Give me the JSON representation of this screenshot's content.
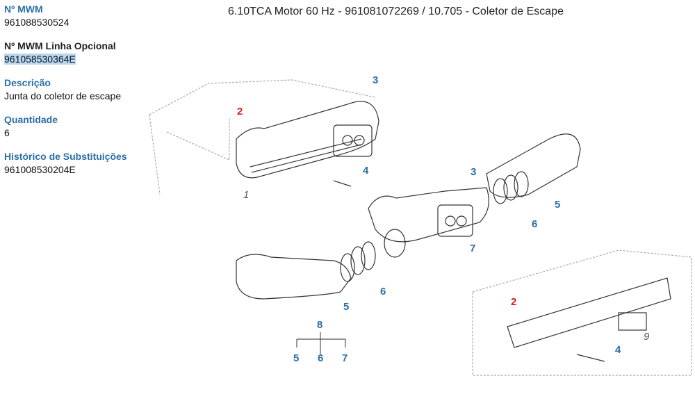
{
  "header": {
    "title": "6.10TCA Motor 60 Hz - 961081072269  /  10.705 - Coletor de Escape"
  },
  "details": [
    {
      "label": "Nº MWM",
      "value": "961088530524"
    },
    {
      "label": "Nº MWM Linha Opcional",
      "value": "961058530364E"
    },
    {
      "label": "Descrição",
      "value": "Junta do coletor de escape"
    },
    {
      "label": "Quantidade",
      "value": "6"
    },
    {
      "label": "Histórico de Substituições",
      "value": "961008530204E"
    }
  ],
  "callouts": [
    "3",
    "2",
    "4",
    "1",
    "3",
    "5",
    "6",
    "7",
    "6",
    "5",
    "8",
    "5",
    "6",
    "7",
    "2",
    "4",
    "9"
  ]
}
